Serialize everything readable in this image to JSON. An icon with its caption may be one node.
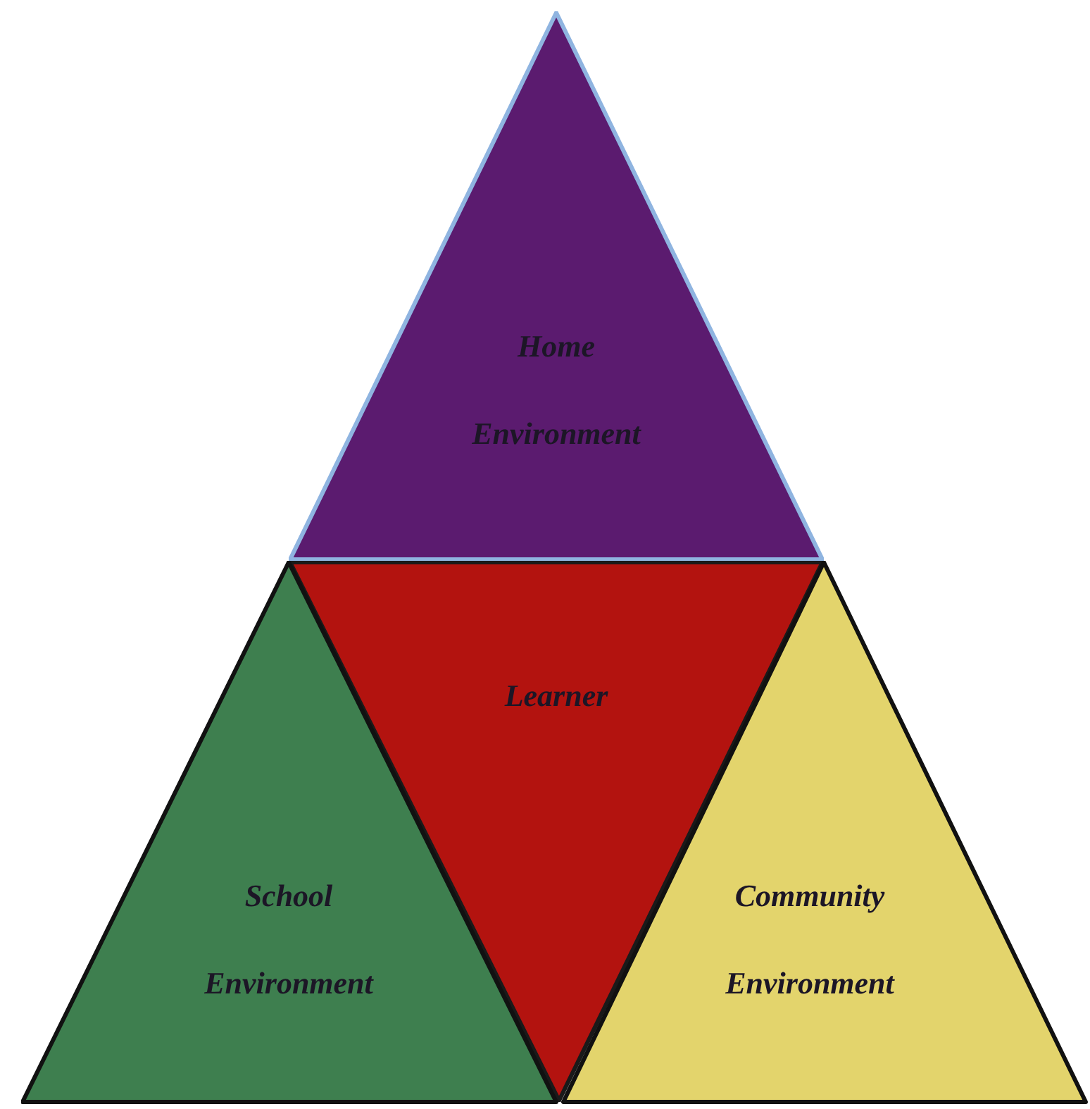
{
  "diagram": {
    "nodes": [
      {
        "text": [
          "Home Environment"
        ]
      },
      {
        "text": [
          "Learner"
        ]
      },
      {
        "text": [
          "School Environment"
        ]
      },
      {
        "text": [
          "Community Environment"
        ]
      }
    ]
  }
}
